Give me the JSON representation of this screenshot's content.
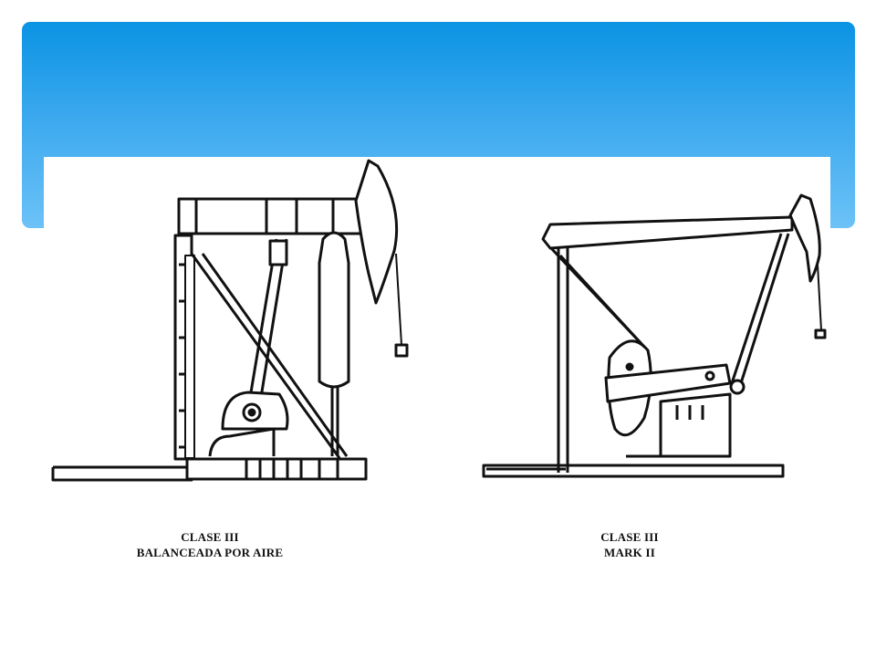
{
  "slide": {
    "header_color_top": "#0a93e3",
    "header_color_bottom": "#6cc2f7"
  },
  "figures": [
    {
      "caption_line1": "CLASE   III",
      "caption_line2": "BALANCEADA POR AIRE"
    },
    {
      "caption_line1": "CLASE  III",
      "caption_line2": "MARK II"
    }
  ]
}
